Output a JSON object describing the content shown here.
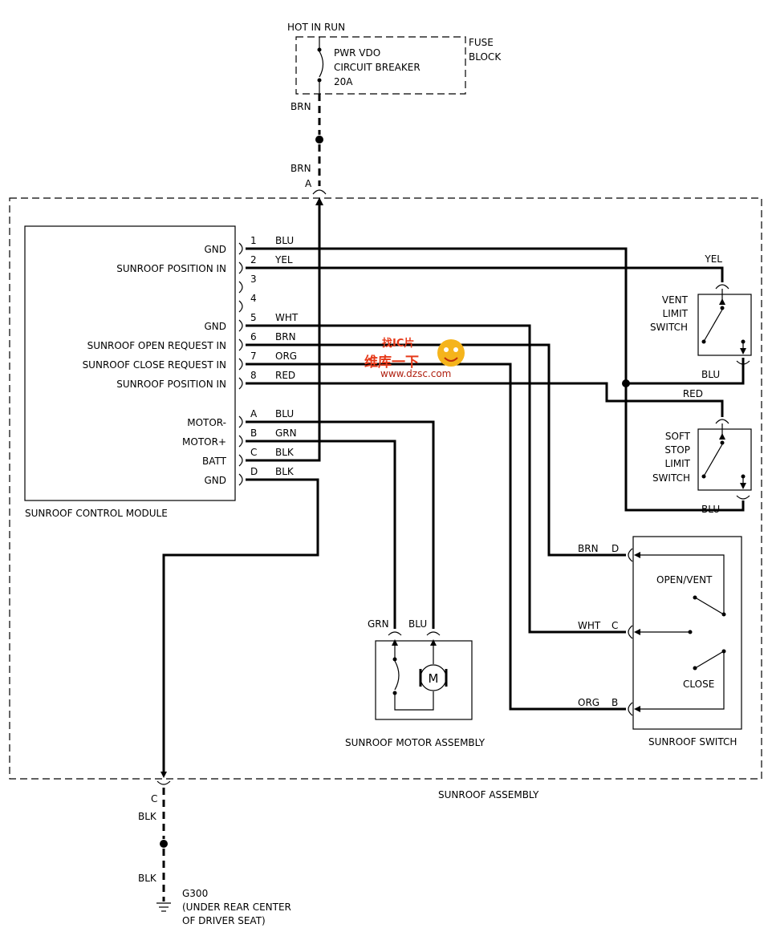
{
  "power": {
    "hot_in_run": "HOT IN RUN",
    "breaker_line1": "PWR VDO",
    "breaker_line2": "CIRCUIT BREAKER",
    "breaker_line3": "20A",
    "fuse_line1": "FUSE",
    "fuse_line2": "BLOCK",
    "wire_top": "BRN",
    "wire_bottom": "BRN",
    "connector": "A"
  },
  "module": {
    "name": "SUNROOF CONTROL MODULE",
    "pins": [
      {
        "label": "GND",
        "pin": "1",
        "wire": "BLU"
      },
      {
        "label": "SUNROOF POSITION IN",
        "pin": "2",
        "wire": "YEL"
      },
      {
        "label": "",
        "pin": "3",
        "wire": ""
      },
      {
        "label": "",
        "pin": "4",
        "wire": ""
      },
      {
        "label": "GND",
        "pin": "5",
        "wire": "WHT"
      },
      {
        "label": "SUNROOF OPEN REQUEST IN",
        "pin": "6",
        "wire": "BRN"
      },
      {
        "label": "SUNROOF CLOSE REQUEST IN",
        "pin": "7",
        "wire": "ORG"
      },
      {
        "label": "SUNROOF POSITION IN",
        "pin": "8",
        "wire": "RED"
      },
      {
        "label": "MOTOR-",
        "pin": "A",
        "wire": "BLU"
      },
      {
        "label": "MOTOR+",
        "pin": "B",
        "wire": "GRN"
      },
      {
        "label": "BATT",
        "pin": "C",
        "wire": "BLK"
      },
      {
        "label": "GND",
        "pin": "D",
        "wire": "BLK"
      }
    ]
  },
  "vent_switch": {
    "line1": "VENT",
    "line2": "LIMIT",
    "line3": "SWITCH",
    "wire_in": "YEL",
    "wire_out": "BLU"
  },
  "soft_switch": {
    "line1": "SOFT",
    "line2": "STOP",
    "line3": "LIMIT",
    "line4": "SWITCH",
    "wire_in": "RED",
    "wire_out": "BLU"
  },
  "sunroof_switch": {
    "name": "SUNROOF SWITCH",
    "open_label": "OPEN/VENT",
    "close_label": "CLOSE",
    "pin_d_wire": "BRN",
    "pin_d": "D",
    "pin_c_wire": "WHT",
    "pin_c": "C",
    "pin_b_wire": "ORG",
    "pin_b": "B"
  },
  "motor": {
    "name": "SUNROOF MOTOR ASSEMBLY",
    "symbol": "M",
    "wire_left": "GRN",
    "wire_right": "BLU"
  },
  "assembly": {
    "name": "SUNROOF ASSEMBLY",
    "connector": "C"
  },
  "ground": {
    "wire_top": "BLK",
    "wire_bottom": "BLK",
    "name": "G300",
    "line2": "(UNDER REAR CENTER",
    "line3": "OF DRIVER SEAT)"
  },
  "watermark": {
    "top": "找IC片",
    "middle": "维库一下",
    "url": "www.dzsc.com",
    "accent_color": "#e63a1a"
  }
}
